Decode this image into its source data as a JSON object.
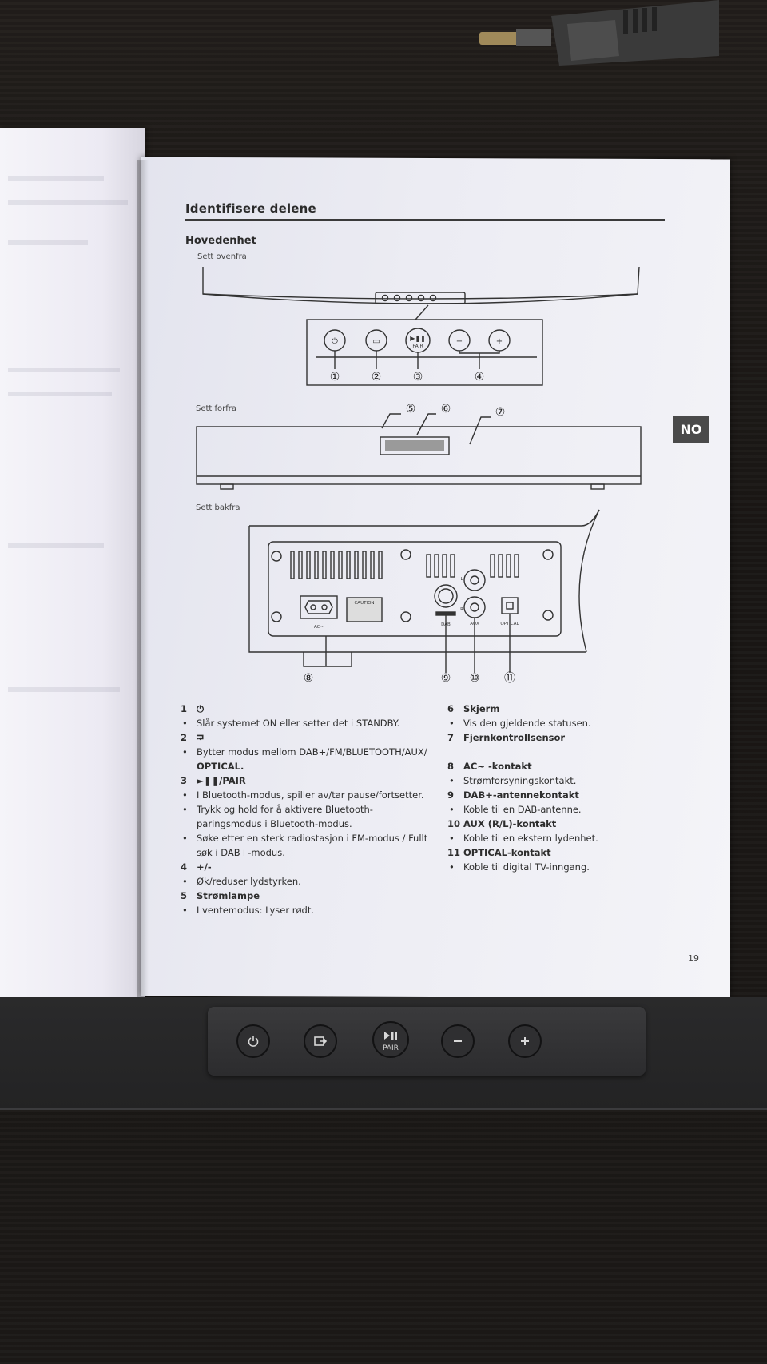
{
  "page": {
    "section_title": "Identifisere delene",
    "subsection_title": "Hovedenhet",
    "view_top": "Sett ovenfra",
    "view_front": "Sett forfra",
    "view_back": "Sett bakfra",
    "language_tab": "NO",
    "page_number": "19"
  },
  "diagram": {
    "callouts": [
      "①",
      "②",
      "③",
      "④",
      "⑤",
      "⑥",
      "⑦",
      "⑧",
      "⑨",
      "⑩",
      "⑪"
    ],
    "top_button_labels": {
      "pair": "PAIR"
    },
    "back_labels": {
      "ac": "AC~",
      "dab": "DAB",
      "aux": "AUX",
      "optical": "OPTICAL",
      "l": "L",
      "r": "R",
      "caution": "CAUTION"
    }
  },
  "left_column": [
    {
      "num": "1",
      "head": "⏻"
    },
    {
      "bullet": "Slår systemet ON eller setter det i STANDBY."
    },
    {
      "num": "2",
      "head": "⮒"
    },
    {
      "bullet": "Bytter modus mellom DAB+/FM/BLUETOOTH/AUX/"
    },
    {
      "cont": "OPTICAL."
    },
    {
      "num": "3",
      "head": "►❚❚/PAIR"
    },
    {
      "bullet": "I Bluetooth-modus, spiller av/tar pause/fortsetter."
    },
    {
      "bullet": "Trykk og hold for å aktivere Bluetooth-"
    },
    {
      "cont": "paringsmodus i Bluetooth-modus."
    },
    {
      "bullet": "Søke etter en sterk radiostasjon i FM-modus / Fullt"
    },
    {
      "cont": "søk i DAB+-modus."
    },
    {
      "num": "4",
      "head": "+/-"
    },
    {
      "bullet": "Øk/reduser lydstyrken."
    },
    {
      "num": "5",
      "head": "Strømlampe"
    },
    {
      "bullet": "I ventemodus: Lyser rødt."
    }
  ],
  "right_column": [
    {
      "num": "6",
      "head": "Skjerm"
    },
    {
      "bullet": "Vis den gjeldende statusen."
    },
    {
      "num": "7",
      "head": "Fjernkontrollsensor"
    },
    {
      "cont": ""
    },
    {
      "num": "8",
      "head": "AC~ -kontakt"
    },
    {
      "bullet": "Strømforsyningskontakt."
    },
    {
      "num": "9",
      "head": "DAB+-antennekontakt"
    },
    {
      "bullet": "Koble til en DAB-antenne."
    },
    {
      "num": "10",
      "head": "AUX (R/L)-kontakt"
    },
    {
      "bullet": "Koble til en ekstern lydenhet."
    },
    {
      "num": "11",
      "head": "OPTICAL-kontakt"
    },
    {
      "bullet": "Koble til digital TV-inngang."
    }
  ],
  "device": {
    "pair_label": "PAIR",
    "buttons": [
      "power-icon",
      "input-icon",
      "play-pause-icon",
      "minus-icon",
      "plus-icon"
    ]
  }
}
